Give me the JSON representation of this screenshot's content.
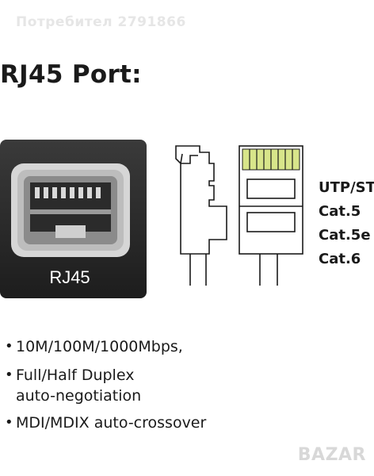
{
  "watermark": "Потребител 2791866",
  "title": "RJ45 Port:",
  "port_label": "RJ45",
  "cable_types": [
    "UTP/ST",
    "Cat.5",
    "Cat.5e",
    "Cat.6"
  ],
  "features": [
    {
      "lines": [
        "10M/100M/1000Mbps,"
      ]
    },
    {
      "lines": [
        "Full/Half Duplex",
        "auto-negotiation"
      ]
    },
    {
      "lines": [
        "MDI/MDIX auto-crossover"
      ]
    }
  ],
  "bullet": "•",
  "brand": "BAZAR",
  "colors": {
    "port_bg": "#2e2e2e",
    "port_frame": "#c9c9c9",
    "contacts": "#d8e58a"
  },
  "icons": [
    "rj45-port-photo",
    "rj45-plug-side-view-icon",
    "rj45-plug-top-view-icon"
  ]
}
